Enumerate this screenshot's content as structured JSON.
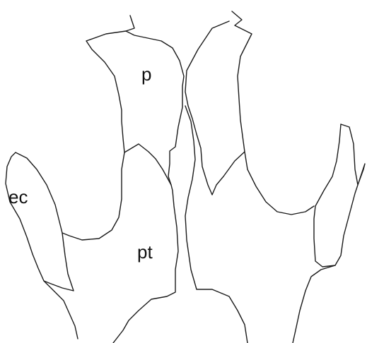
{
  "labels": {
    "p": "p",
    "pt": "pt",
    "ec": "ec"
  },
  "colors": {
    "stroke": "#1a1a1a",
    "background": "#ffffff"
  }
}
